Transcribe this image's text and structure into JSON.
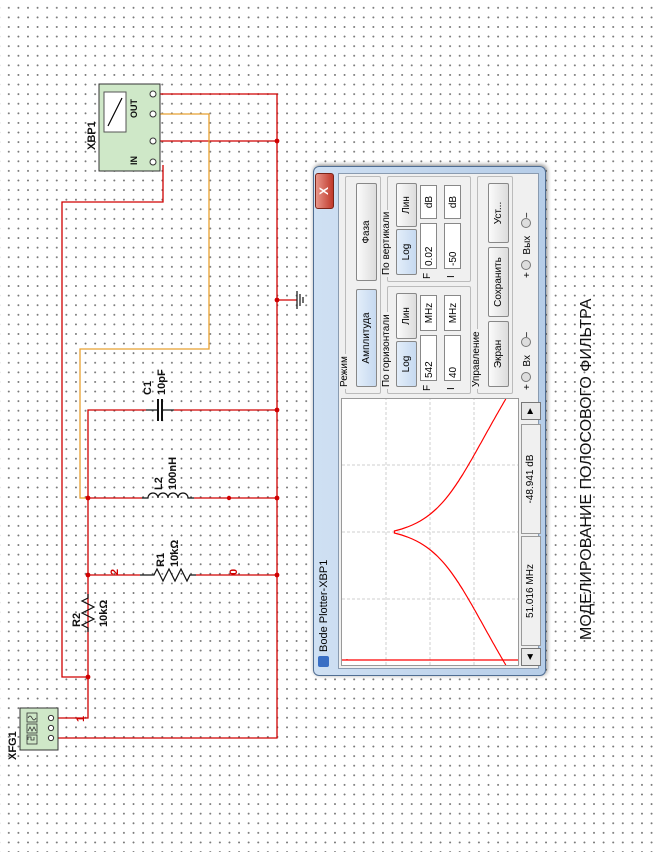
{
  "schematic": {
    "instruments": {
      "bode_name": "XBP1",
      "bode_in": "IN",
      "bode_out": "OUT",
      "fgen_name": "XFG1"
    },
    "components": [
      {
        "ref": "C1",
        "value": "10pF"
      },
      {
        "ref": "L2",
        "value": "100nH"
      },
      {
        "ref": "R1",
        "value": "10kΩ"
      },
      {
        "ref": "R2",
        "value": "10kΩ"
      }
    ],
    "nodes": {
      "n2": "2",
      "n0": "0",
      "n1": "1"
    },
    "colors": {
      "wire_red": "#d00000",
      "wire_orange": "#e8a030",
      "instrument_green": "#cfe8c8"
    }
  },
  "bode_window": {
    "title": "Bode Plotter-XBP1",
    "close_label": "X",
    "readout_freq": "51.016 MHz",
    "readout_gain": "-48.941 dB",
    "mode": {
      "legend": "Режим",
      "magnitude": "Амплитуда",
      "phase": "Фаза"
    },
    "horizontal": {
      "legend": "По горизонтали",
      "log": "Log",
      "lin": "Лин",
      "f_label": "F",
      "f_value": "542",
      "f_unit": "MHz",
      "i_label": "I",
      "i_value": "40",
      "i_unit": "MHz"
    },
    "vertical": {
      "legend": "По вертикали",
      "log": "Log",
      "lin": "Лин",
      "f_label": "F",
      "f_value": "0.02",
      "f_unit": "dB",
      "i_label": "I",
      "i_value": "-50",
      "i_unit": "dB"
    },
    "controls": {
      "legend": "Управление",
      "reverse": "Экран",
      "save": "Сохранить",
      "set": "Уст..."
    },
    "terminals": {
      "in_label": "Вх",
      "out_label": "Вых",
      "plus": "+",
      "minus": "−"
    },
    "colors": {
      "plot_curve": "#ff0000",
      "cursor": "#ff0000"
    }
  },
  "caption": "МОДЕЛИРОВАНИЕ ПОЛОСОВОГО ФИЛЬТРА"
}
